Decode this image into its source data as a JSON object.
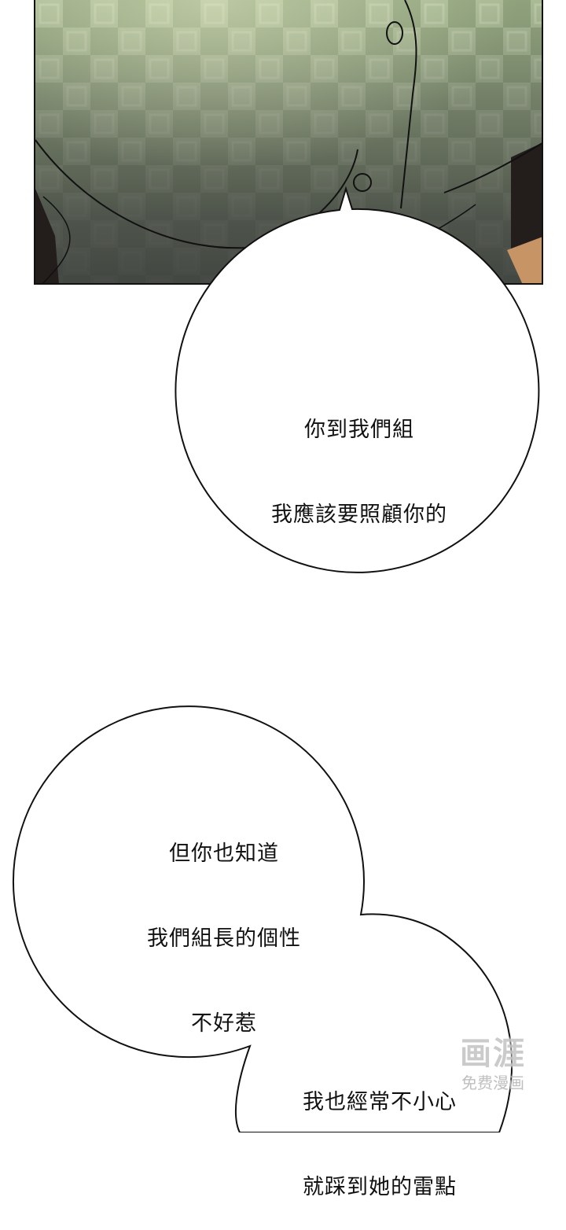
{
  "panel": {
    "description": "Close-up of a grey-green semi-transparent shirt over a checkered background",
    "colors": {
      "checker_light": "#a8b994",
      "checker_dark": "#8ea27c",
      "shirt_shadow": "#4b4d4c",
      "dark_bg": "#231d1c",
      "skin": "#c79466",
      "outline": "#111111"
    }
  },
  "bubbles": [
    {
      "lines": [
        "你到我們組",
        "我應該要照顧你的"
      ]
    },
    {
      "lines": [
        "但你也知道",
        "我們組長的個性",
        "不好惹"
      ]
    },
    {
      "lines": [
        "我也經常不小心",
        "就踩到她的雷點"
      ]
    }
  ],
  "watermark": {
    "logo": "画涯",
    "subtitle": "免费漫画"
  }
}
